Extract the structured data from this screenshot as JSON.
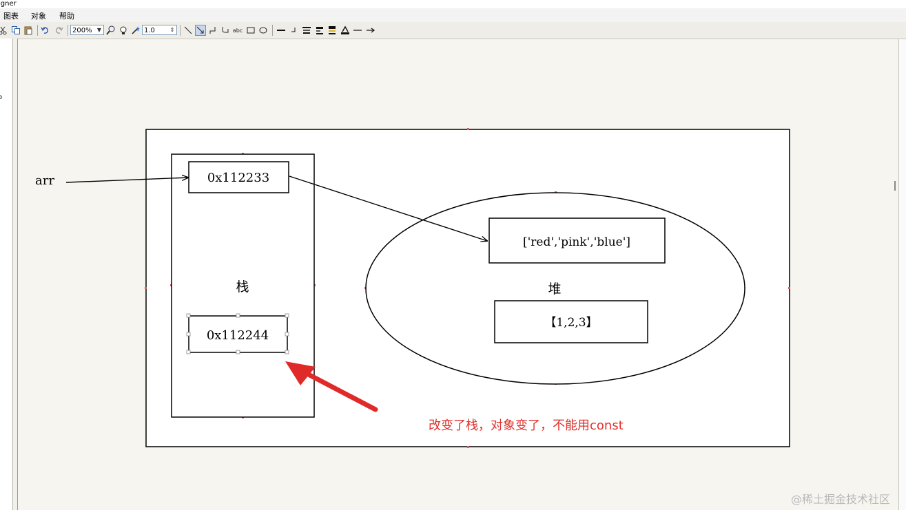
{
  "window": {
    "title_fragment": "igner"
  },
  "menu": {
    "items": [
      "图表",
      "对象",
      "帮助"
    ]
  },
  "toolbar": {
    "zoom": "200%",
    "line_width": "1.0"
  },
  "left_panel": {
    "fragment": "o"
  },
  "diagram": {
    "arr_label": "arr",
    "stack": {
      "label": "栈",
      "addr1": "0x112233",
      "addr2": "0x112244"
    },
    "heap": {
      "label": "堆",
      "array1": "['red','pink','blue']",
      "array2": "【1,2,3】"
    },
    "annotation": "改变了栈，对象变了，不能用const",
    "annotation_color": "#e0302a",
    "arrow_color": "#e02a2a"
  },
  "watermark": "@稀土掘金技术社区"
}
